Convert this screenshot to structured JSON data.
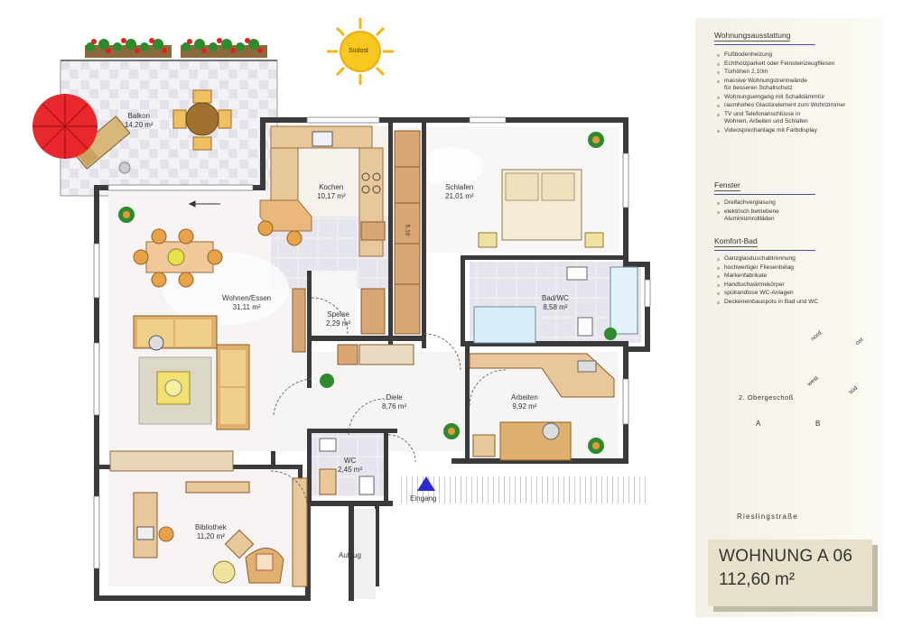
{
  "compass_sun": {
    "label": "Südost"
  },
  "rooms": [
    {
      "key": "balkon",
      "name": "Balkon",
      "area": "14,20 m²"
    },
    {
      "key": "kochen",
      "name": "Kochen",
      "area": "10,17 m²"
    },
    {
      "key": "schlafen",
      "name": "Schlafen",
      "area": "21,01 m²"
    },
    {
      "key": "wohnen",
      "name": "Wohnen/Essen",
      "area": "31,11 m²"
    },
    {
      "key": "speise",
      "name": "Speise",
      "area": "2,29 m²"
    },
    {
      "key": "bad",
      "name": "Bad/WC",
      "area": "8,58 m²"
    },
    {
      "key": "diele",
      "name": "Diele",
      "area": "8,76 m²"
    },
    {
      "key": "arbeiten",
      "name": "Arbeiten",
      "area": "9,92 m²"
    },
    {
      "key": "wc",
      "name": "WC",
      "area": "2,45 m²"
    },
    {
      "key": "bibliothek",
      "name": "Bibliothek",
      "area": "11,20 m²"
    }
  ],
  "labels": {
    "closet_height": "5.10",
    "aufzug": "Aufzug",
    "eingang": "Eingang"
  },
  "sidebar": {
    "sections": [
      {
        "title": "Wohnungsausstattung",
        "items": [
          "Fußbodenheizung",
          "Echtholzparkett oder Feinsteinzeugfliesen",
          "Türhöhen 2,10m",
          "massive Wohnungstrennwände\nfür besseren Schallschutz",
          "Wohnungseingang mit Schalldämmtür",
          "raumhohes Glastürelement zum Wohnzimmer",
          "TV und Telefonanschlüsse in\nWohnen, Arbeiten und Schlafen",
          "Videosprechanlage mit Farbdisplay"
        ]
      },
      {
        "title": "Fenster",
        "items": [
          "Dreifachverglasung",
          "elektrisch betriebene\nAluminiumrollläden"
        ]
      },
      {
        "title": "Komfort-Bad",
        "items": [
          "Ganzglasduschabtrennung",
          "hochwertiger Fliesenbelag",
          "Markenfabrikate",
          "Handtuchwärmekörper",
          "spülrandlose WC-Anlagen",
          "Deckeneinbauspots in Bad und WC"
        ]
      }
    ],
    "compass": {
      "nord": "nord",
      "ost": "ost",
      "west": "west",
      "sued": "süd"
    },
    "floor_label": "2. Obergeschoß",
    "building_a": "A",
    "building_b": "B",
    "street": "Rieslingstraße"
  },
  "apartment": {
    "name": "WOHNUNG A 06",
    "area": "112,60 m²"
  },
  "colors": {
    "wall": "#3a3a3a",
    "floor_tile": "#e9e7ee",
    "wood": "#e8c89a",
    "wood_dark": "#c98f4d",
    "highlight_red": "#e8282c",
    "sun": "#f7c21a",
    "entrance": "#2b2bd0"
  }
}
